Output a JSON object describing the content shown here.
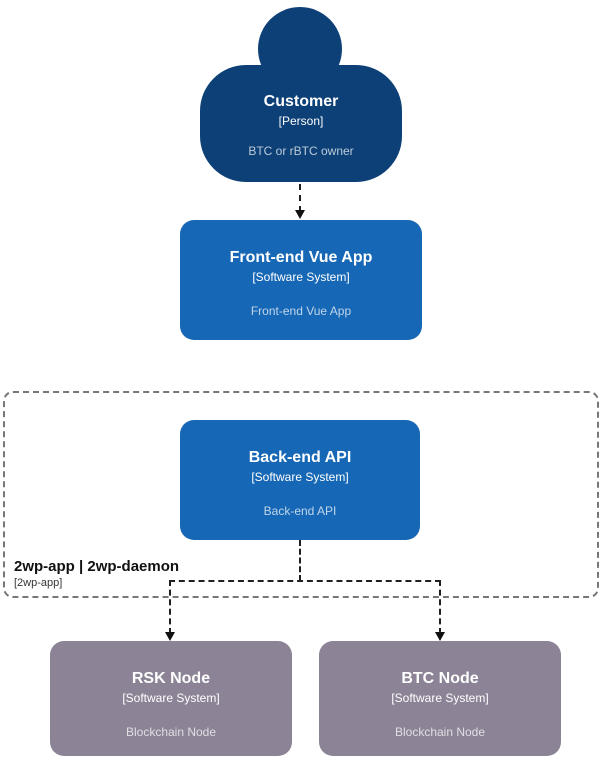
{
  "colors": {
    "person": "#0c4076",
    "software_system": "#1667b5",
    "external_node": "#8c8496",
    "boundary_border": "#777777",
    "connector": "#1f1f1f"
  },
  "nodes": {
    "customer": {
      "title": "Customer",
      "subtitle": "[Person]",
      "description": "BTC or rBTC owner"
    },
    "frontend": {
      "title": "Front-end Vue App",
      "subtitle": "[Software System]",
      "description": "Front-end Vue App"
    },
    "backend": {
      "title": "Back-end API",
      "subtitle": "[Software System]",
      "description": "Back-end API"
    },
    "rsk": {
      "title": "RSK Node",
      "subtitle": "[Software System]",
      "description": "Blockchain Node"
    },
    "btc": {
      "title": "BTC Node",
      "subtitle": "[Software System]",
      "description": "Blockchain Node"
    }
  },
  "boundary": {
    "label": "2wp-app | 2wp-daemon",
    "sublabel": "[2wp-app]"
  }
}
